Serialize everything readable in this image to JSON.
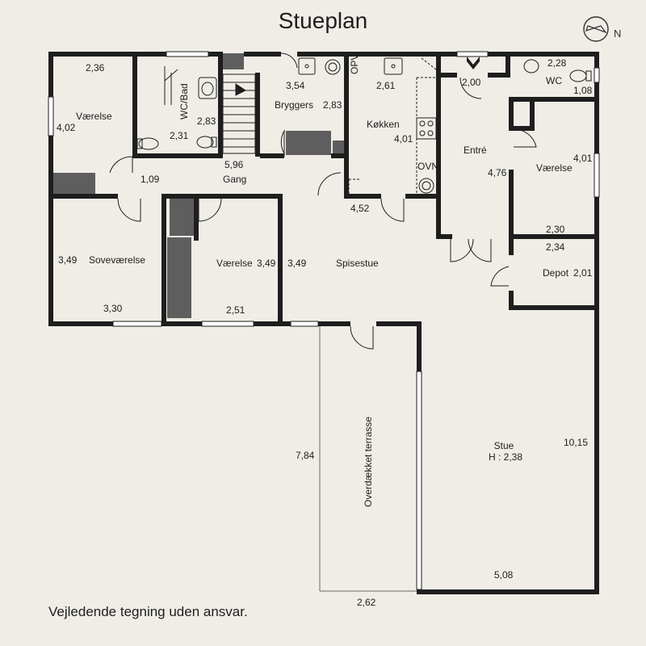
{
  "header": {
    "title": "Stueplan"
  },
  "footer": {
    "disclaimer": "Vejledende tegning uden ansvar."
  },
  "compass": {
    "north_label": "N",
    "icon": "compass-icon"
  },
  "rooms": {
    "vaerelse_nw": "Værelse",
    "wc_bad": "WC/Bad",
    "bryggers": "Bryggers",
    "koekken": "Køkken",
    "entre": "Entré",
    "wc": "WC",
    "vaerelse_ne": "Værelse",
    "gang": "Gang",
    "sovevaerelse": "Soveværelse",
    "vaerelse_mid": "Værelse",
    "spisestue": "Spisestue",
    "depot": "Depot",
    "stue": "Stue",
    "stue_height": "H : 2,38",
    "terrasse": "Overdækket terrasse"
  },
  "appliances": {
    "opv": "OPV",
    "ovn": "OVN"
  },
  "dimensions": {
    "d_2_36": "2,36",
    "d_4_02": "4,02",
    "d_2_83_wc": "2,83",
    "d_2_31": "2,31",
    "d_3_54": "3,54",
    "d_2_83_bryg": "2,83",
    "d_2_61": "2,61",
    "d_4_01_k": "4,01",
    "d_2_00": "2,00",
    "d_2_28": "2,28",
    "d_1_08": "1,08",
    "d_4_76": "4,76",
    "d_4_01_v": "4,01",
    "d_5_96": "5,96",
    "d_1_09": "1,09",
    "d_4_52": "4,52",
    "d_2_30": "2,30",
    "d_2_34": "2,34",
    "d_2_01": "2,01",
    "d_3_49_sove": "3,49",
    "d_3_49_vaer": "3,49",
    "d_3_49_spis": "3,49",
    "d_3_30": "3,30",
    "d_2_51": "2,51",
    "d_7_84": "7,84",
    "d_10_15": "10,15",
    "d_5_08": "5,08",
    "d_2_62": "2,62"
  },
  "colors": {
    "wall": "#1e1e1e",
    "fixture": "#5e5e5e",
    "background": "#efede6",
    "window": "#ffffff"
  }
}
